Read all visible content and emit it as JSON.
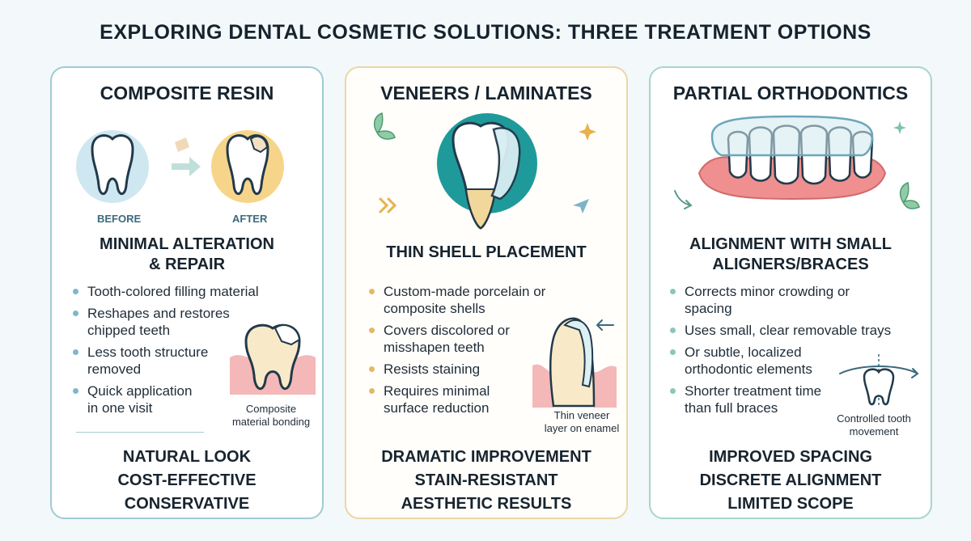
{
  "title": "EXPLORING DENTAL COSMETIC SOLUTIONS: THREE TREATMENT OPTIONS",
  "cards": [
    {
      "title": "COMPOSITE RESIN",
      "before_label": "BEFORE",
      "after_label": "AFTER",
      "subtitle_lines": [
        "MINIMAL ALTERATION",
        "& REPAIR"
      ],
      "bullets": [
        [
          "Tooth-colored filling material"
        ],
        [
          "Reshapes and restores",
          "chipped teeth"
        ],
        [
          "Less tooth structure",
          "removed"
        ],
        [
          "Quick application",
          "in one visit"
        ]
      ],
      "caption_lines": [
        "Composite",
        "material bonding"
      ],
      "benefits": [
        "NATURAL LOOK",
        "COST-EFFECTIVE",
        "CONSERVATIVE"
      ]
    },
    {
      "title": "VENEERS / LAMINATES",
      "subtitle_lines": [
        "THIN SHELL PLACEMENT"
      ],
      "bullets": [
        [
          "Custom-made porcelain or",
          "composite shells"
        ],
        [
          "Covers discolored or",
          "misshapen teeth"
        ],
        [
          "Resists staining"
        ],
        [
          "Requires minimal",
          "surface reduction"
        ]
      ],
      "caption_lines": [
        "Thin veneer",
        "layer on enamel"
      ],
      "benefits": [
        "DRAMATIC IMPROVEMENT",
        "STAIN-RESISTANT",
        "AESTHETIC RESULTS"
      ]
    },
    {
      "title": "PARTIAL ORTHODONTICS",
      "subtitle_lines": [
        "ALIGNMENT WITH SMALL",
        "ALIGNERS/BRACES"
      ],
      "bullets": [
        [
          "Corrects minor crowding or",
          "spacing"
        ],
        [
          "Uses small, clear removable trays"
        ],
        [
          "Or subtle, localized",
          "orthodontic elements"
        ],
        [
          "Shorter treatment time",
          "than full braces"
        ]
      ],
      "caption_lines": [
        "Controlled tooth",
        "movement"
      ],
      "benefits": [
        "IMPROVED SPACING",
        "DISCRETE ALIGNMENT",
        "LIMITED SCOPE"
      ]
    }
  ],
  "colors": {
    "resin_border": "#9fcad6",
    "veneer_border": "#ecd6a6",
    "ortho_border": "#a7d6cb"
  }
}
